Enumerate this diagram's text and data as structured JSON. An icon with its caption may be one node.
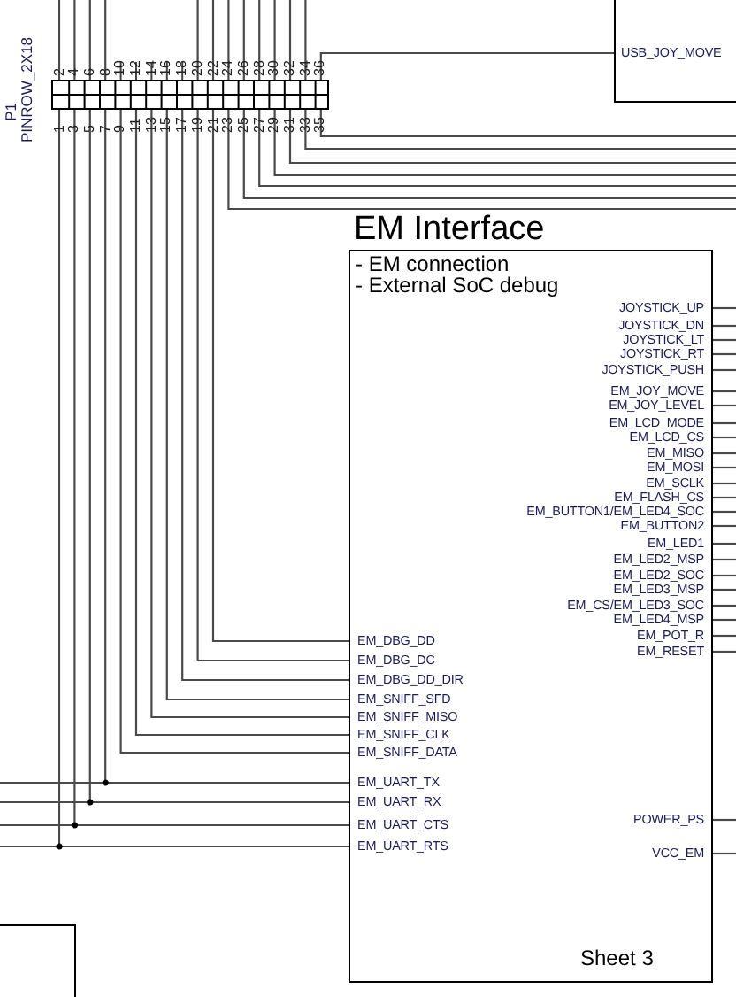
{
  "diagram": {
    "nodes": [
      {
        "text": [],
        "shape": "box",
        "beside": [
          "P1",
          "PINROW_2X18"
        ]
      },
      {
        "text": [
          "USB_JOY_MOVE"
        ]
      },
      {
        "text": [
          "EM Interface",
          "- EM connection",
          "- External SoC debug",
          "JOYSTICK_UP",
          "JOYSTICK_DN",
          "JOYSTICK_LT",
          "JOYSTICK_RT",
          "JOYSTICK_PUSH",
          "EM_JOY_MOVE",
          "EM_JOY_LEVEL",
          "EM_LCD_MODE",
          "EM_LCD_CS",
          "EM_MISO",
          "EM_MOSI",
          "EM_SCLK",
          "EM_FLASH_CS",
          "EM_BUTTON1/EM_LED4_SOC",
          "EM_BUTTON2",
          "EM_LED1",
          "EM_LED2_MSP",
          "EM_LED2_SOC",
          "EM_LED3_MSP",
          "EM_CS/EM_LED3_SOC",
          "EM_LED4_MSP",
          "EM_POT_R",
          "EM_RESET",
          "POWER_PS",
          "VCC_EM",
          "Sheet 3"
        ]
      },
      {
        "text": [
          "EM_DBG_DD"
        ],
        "in": 2
      },
      {
        "text": [
          "EM_DBG_DC"
        ],
        "in": 2
      },
      {
        "text": [
          "EM_DBG_DD_DIR"
        ],
        "in": 2
      },
      {
        "text": [
          "EM_SNIFF_SFD"
        ],
        "in": 2
      },
      {
        "text": [
          "EM_SNIFF_MISO"
        ],
        "in": 2
      },
      {
        "text": [
          "EM_SNIFF_CLK"
        ],
        "in": 2
      },
      {
        "text": [
          "EM_SNIFF_DATA"
        ],
        "in": 2
      },
      {
        "text": [
          "EM_UART_TX"
        ],
        "in": 2
      },
      {
        "text": [
          "EM_UART_RX"
        ],
        "in": 2
      },
      {
        "text": [
          "EM_UART_CTS"
        ],
        "in": 2
      },
      {
        "text": [
          "EM_UART_RTS"
        ],
        "in": 2
      },
      {
        "text": [],
        "shape": "box"
      }
    ],
    "edges": [
      {
        "from": 0,
        "to": null,
        "arrow": "none"
      },
      {
        "from": 0,
        "to": null,
        "arrow": "none"
      },
      {
        "from": 0,
        "to": null,
        "arrow": "none"
      },
      {
        "from": 0,
        "to": null,
        "arrow": "none"
      },
      {
        "from": 0,
        "to": null,
        "arrow": "none"
      },
      {
        "from": 0,
        "to": null,
        "arrow": "none"
      },
      {
        "from": 0,
        "to": null,
        "arrow": "none"
      },
      {
        "from": 0,
        "to": null,
        "arrow": "none"
      },
      {
        "from": 0,
        "to": null,
        "arrow": "none"
      },
      {
        "from": 0,
        "to": null,
        "arrow": "none"
      },
      {
        "from": 0,
        "to": null,
        "arrow": "none"
      },
      {
        "from": 0,
        "to": null,
        "arrow": "none"
      },
      {
        "from": 0,
        "to": 1,
        "arrow": "none"
      },
      {
        "from": 0,
        "to": null,
        "arrow": "none"
      },
      {
        "from": 0,
        "to": null,
        "arrow": "none"
      },
      {
        "from": 0,
        "to": null,
        "arrow": "none"
      },
      {
        "from": 0,
        "to": null,
        "arrow": "none"
      },
      {
        "from": 0,
        "to": null,
        "arrow": "none"
      },
      {
        "from": 0,
        "to": null,
        "arrow": "none"
      },
      {
        "from": 0,
        "to": null,
        "arrow": "none"
      },
      {
        "from": 0,
        "to": 3,
        "arrow": "none"
      },
      {
        "from": 0,
        "to": 4,
        "arrow": "none"
      },
      {
        "from": 0,
        "to": 5,
        "arrow": "none"
      },
      {
        "from": 0,
        "to": 6,
        "arrow": "none"
      },
      {
        "from": 0,
        "to": 7,
        "arrow": "none"
      },
      {
        "from": 0,
        "to": 8,
        "arrow": "none"
      },
      {
        "from": 0,
        "to": 9,
        "arrow": "none"
      },
      {
        "from": 0,
        "to": 10,
        "arrow": "none"
      },
      {
        "from": 0,
        "to": 11,
        "arrow": "none"
      },
      {
        "from": 0,
        "to": 12,
        "arrow": "none"
      },
      {
        "from": 0,
        "to": 13,
        "arrow": "none"
      },
      {
        "from": null,
        "to": 10,
        "arrow": "none"
      },
      {
        "from": null,
        "to": 11,
        "arrow": "none"
      },
      {
        "from": null,
        "to": 12,
        "arrow": "none"
      },
      {
        "from": null,
        "to": 13,
        "arrow": "none"
      },
      {
        "from": 2,
        "to": null,
        "arrow": "none"
      },
      {
        "from": 2,
        "to": null,
        "arrow": "none"
      },
      {
        "from": 2,
        "to": null,
        "arrow": "none"
      },
      {
        "from": 2,
        "to": null,
        "arrow": "none"
      },
      {
        "from": 2,
        "to": null,
        "arrow": "none"
      },
      {
        "from": 2,
        "to": null,
        "arrow": "none"
      },
      {
        "from": 2,
        "to": null,
        "arrow": "none"
      },
      {
        "from": 2,
        "to": null,
        "arrow": "none"
      },
      {
        "from": 2,
        "to": null,
        "arrow": "none"
      },
      {
        "from": 2,
        "to": null,
        "arrow": "none"
      },
      {
        "from": 2,
        "to": null,
        "arrow": "none"
      },
      {
        "from": 2,
        "to": null,
        "arrow": "none"
      },
      {
        "from": 2,
        "to": null,
        "arrow": "none"
      },
      {
        "from": 2,
        "to": null,
        "arrow": "none"
      },
      {
        "from": 2,
        "to": null,
        "arrow": "none"
      },
      {
        "from": 2,
        "to": null,
        "arrow": "none"
      },
      {
        "from": 2,
        "to": null,
        "arrow": "none"
      },
      {
        "from": 2,
        "to": null,
        "arrow": "none"
      },
      {
        "from": 2,
        "to": null,
        "arrow": "none"
      },
      {
        "from": 2,
        "to": null,
        "arrow": "none"
      },
      {
        "from": 2,
        "to": null,
        "arrow": "none"
      },
      {
        "from": 2,
        "to": null,
        "arrow": "none"
      },
      {
        "from": 2,
        "to": null,
        "arrow": "none"
      },
      {
        "from": 2,
        "to": null,
        "arrow": "none"
      },
      {
        "from": 2,
        "to": null,
        "arrow": "none"
      }
    ],
    "labels": [
      "2",
      "4",
      "6",
      "8",
      "10",
      "12",
      "14",
      "16",
      "18",
      "20",
      "22",
      "24",
      "26",
      "28",
      "30",
      "32",
      "34",
      "36",
      "1",
      "3",
      "5",
      "7",
      "9",
      "11",
      "13",
      "15",
      "17",
      "19",
      "21",
      "23",
      "25",
      "27",
      "29",
      "31",
      "33",
      "35"
    ]
  }
}
